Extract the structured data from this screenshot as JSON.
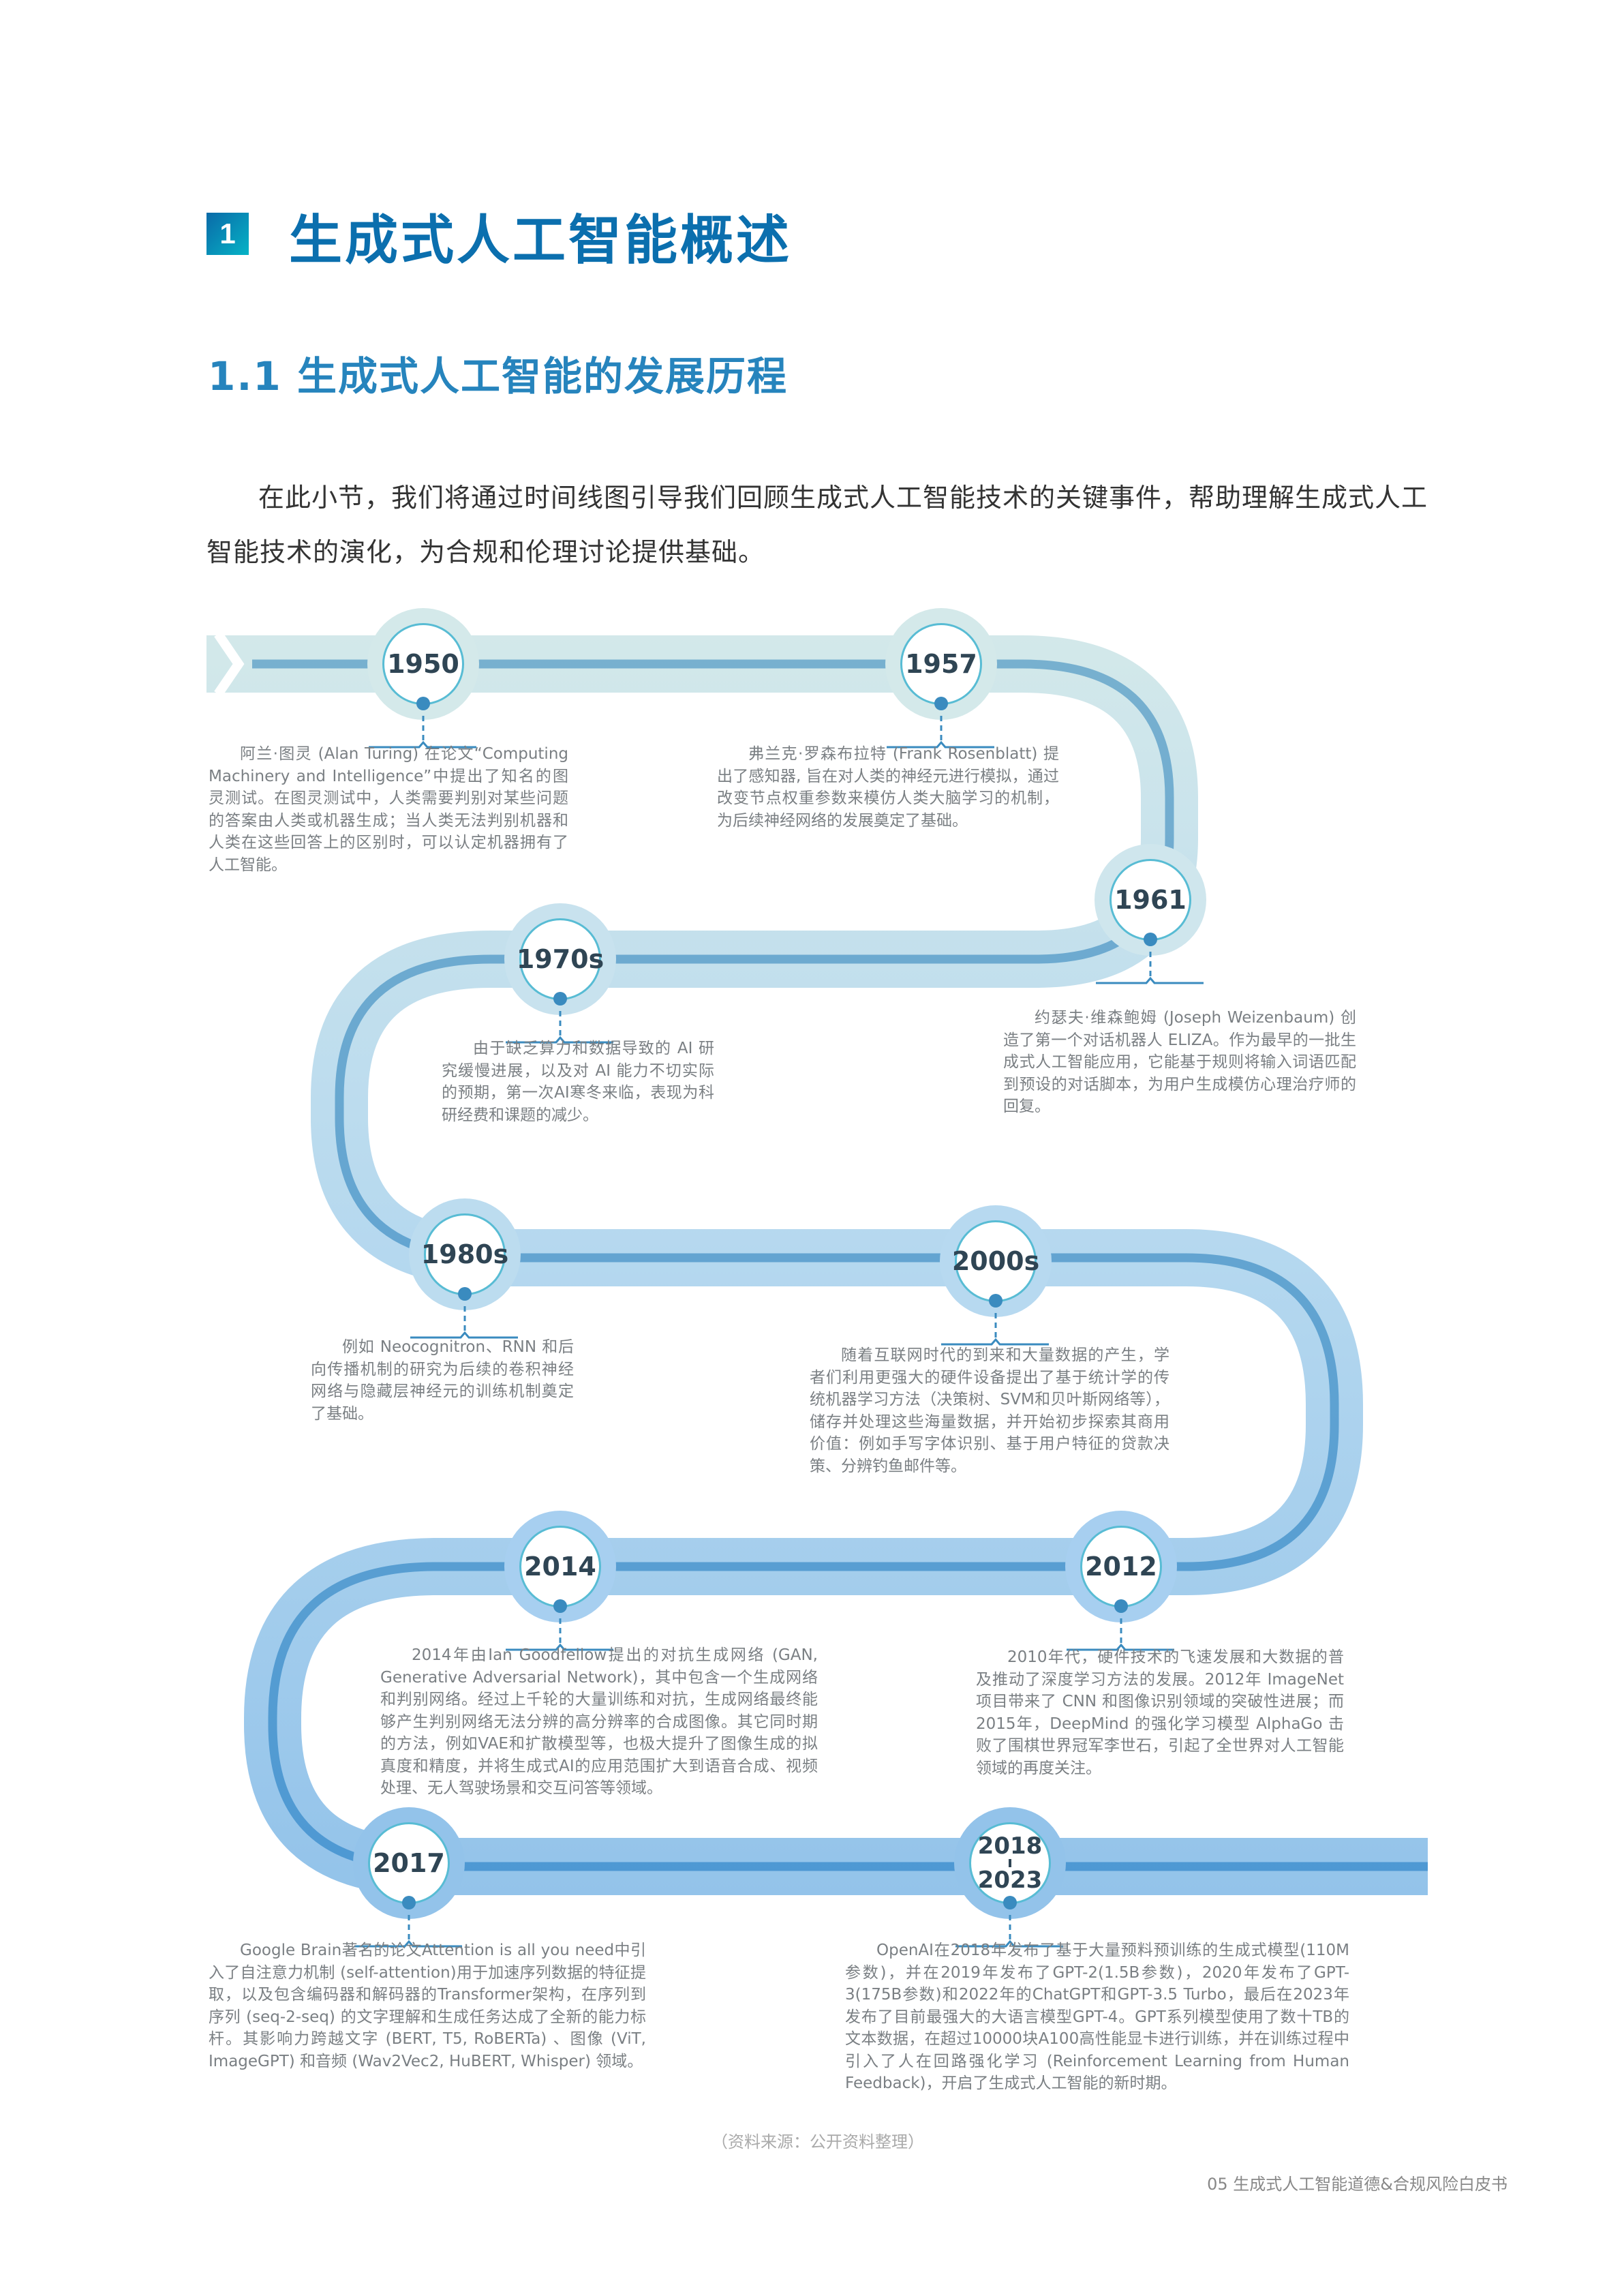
{
  "chapter": {
    "number": "1",
    "title": "生成式人工智能概述"
  },
  "section": {
    "title": "1.1 生成式人工智能的发展历程"
  },
  "intro": "在此小节，我们将通过时间线图引导我们回顾生成式人工智能技术的关键事件，帮助理解生成式人工智能技术的演化，为合规和伦理讨论提供基础。",
  "colors": {
    "heading": "#0b6fae",
    "subheading": "#2684bd",
    "band_top": "#d4e9ea",
    "band_bottom": "#93c3ea",
    "line_top": "#79b1cf",
    "line_bottom": "#4d98d3",
    "dot": "#3a8bbf"
  },
  "timeline": [
    {
      "year": "1950",
      "text": "阿兰·图灵 (Alan Turing) 在论文“Computing Machinery and Intelligence”中提出了知名的图灵测试。在图灵测试中，人类需要判别对某些问题的答案由人类或机器生成；当人类无法判别机器和人类在这些回答上的区别时，可以认定机器拥有了人工智能。"
    },
    {
      "year": "1957",
      "text": "弗兰克·罗森布拉特 (Frank Rosenblatt) 提出了感知器, 旨在对人类的神经元进行模拟，通过改变节点权重参数来模仿人类大脑学习的机制，为后续神经网络的发展奠定了基础。"
    },
    {
      "year": "1961",
      "text": "约瑟夫·维森鲍姆 (Joseph Weizenbaum) 创造了第一个对话机器人 ELIZA。作为最早的一批生成式人工智能应用，它能基于规则将输入词语匹配到预设的对话脚本，为用户生成模仿心理治疗师的回复。"
    },
    {
      "year": "1970s",
      "text": "由于缺乏算力和数据导致的 AI 研究缓慢进展，以及对 AI 能力不切实际的预期，第一次AI寒冬来临，表现为科研经费和课题的减少。"
    },
    {
      "year": "1980s",
      "text": "例如 Neocognitron、RNN 和后向传播机制的研究为后续的卷积神经网络与隐藏层神经元的训练机制奠定了基础。"
    },
    {
      "year": "2000s",
      "text": "随着互联网时代的到来和大量数据的产生，学者们利用更强大的硬件设备提出了基于统计学的传统机器学习方法（决策树、SVM和贝叶斯网络等），储存并处理这些海量数据，并开始初步探索其商用价值：例如手写字体识别、基于用户特征的贷款决策、分辨钓鱼邮件等。"
    },
    {
      "year": "2012",
      "text": "2010年代，硬件技术的飞速发展和大数据的普及推动了深度学习方法的发展。2012年 ImageNet 项目带来了 CNN 和图像识别领域的突破性进展；而 2015年，DeepMind 的强化学习模型 AlphaGo 击败了围棋世界冠军李世石，引起了全世界对人工智能领域的再度关注。"
    },
    {
      "year": "2014",
      "text": "2014年由Ian Goodfellow提出的对抗生成网络 (GAN, Generative Adversarial Network)，其中包含一个生成网络和判别网络。经过上千轮的大量训练和对抗，生成网络最终能够产生判别网络无法分辨的高分辨率的合成图像。其它同时期的方法，例如VAE和扩散模型等，也极大提升了图像生成的拟真度和精度，并将生成式AI的应用范围扩大到语音合成、视频处理、无人驾驶场景和交互问答等领域。"
    },
    {
      "year": "2017",
      "text": "Google Brain著名的论文Attention is all you need中引入了自注意力机制 (self-attention)用于加速序列数据的特征提取，以及包含编码器和解码器的Transformer架构，在序列到序列 (seq-2-seq) 的文字理解和生成任务达成了全新的能力标杆。其影响力跨越文字 (BERT, T5, RoBERTa) 、图像 (ViT, ImageGPT) 和音频 (Wav2Vec2, HuBERT, Whisper) 领域。"
    },
    {
      "year": "2018",
      "year_end": "2023",
      "text": "OpenAI在2018年发布了基于大量预料预训练的生成式模型(110M参数)，并在2019年发布了GPT-2(1.5B参数)，2020年发布了GPT-3(175B参数)和2022年的ChatGPT和GPT-3.5 Turbo，最后在2023年发布了目前最强大的大语言模型GPT-4。GPT系列模型使用了数十TB的文本数据，在超过10000块A100高性能显卡进行训练，并在训练过程中引入了人在回路强化学习 (Reinforcement Learning from Human Feedback)，开启了生成式人工智能的新时期。"
    }
  ],
  "source_note": "（资料来源：公开资料整理）",
  "footer": "05  生成式人工智能道德&合规风险白皮书"
}
